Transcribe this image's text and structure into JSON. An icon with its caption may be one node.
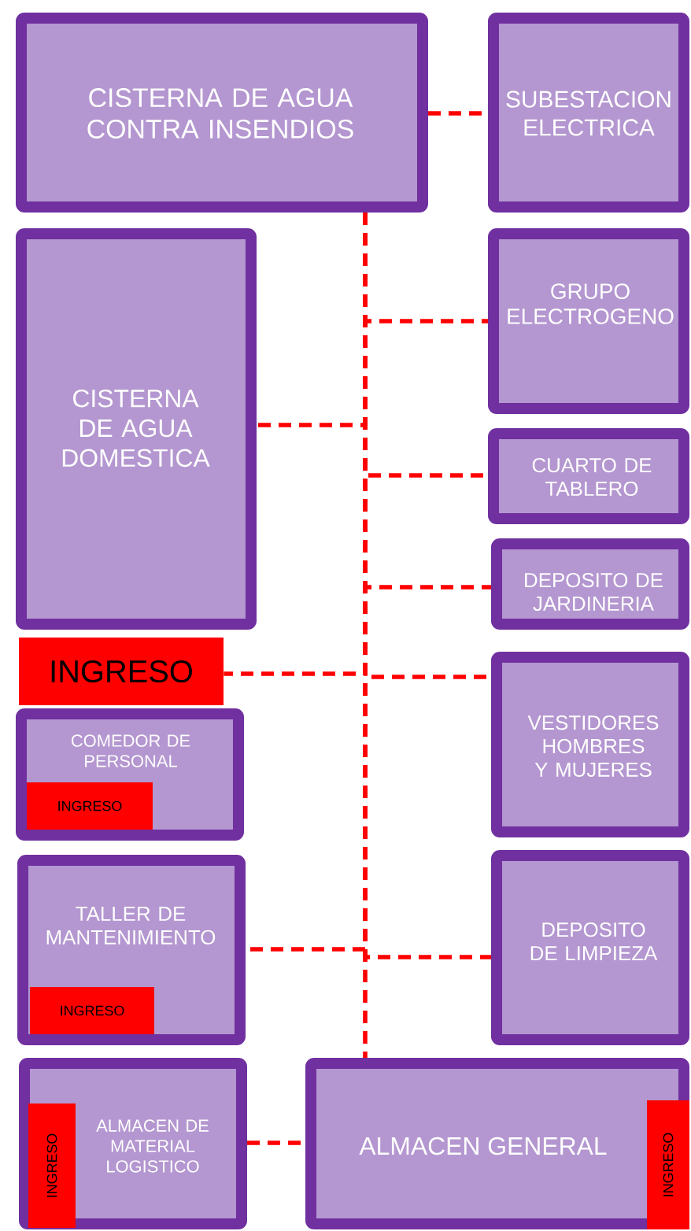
{
  "diagram": {
    "nodes": [
      {
        "text": [
          "CISTERNA DE AGUA CONTRA INSENDIOS"
        ]
      },
      {
        "text": [
          "SUBESTACION ELECTRICA"
        ]
      },
      {
        "text": [
          "CISTERNA DE AGUA DOMESTICA"
        ]
      },
      {
        "text": [
          "GRUPO ELECTROGENO"
        ]
      },
      {
        "text": [
          "CUARTO DE TABLERO"
        ]
      },
      {
        "text": [
          "DEPOSITO DE JARDINERIA"
        ]
      },
      {
        "text": [
          "INGRESO"
        ]
      },
      {
        "text": [
          "VESTIDORES HOMBRES Y MUJERES"
        ]
      },
      {
        "text": [
          "COMEDOR DE PERSONAL"
        ]
      },
      {
        "text": [
          "INGRESO"
        ],
        "in": 8
      },
      {
        "text": [
          "TALLER DE MANTENIMIENTO"
        ]
      },
      {
        "text": [
          "INGRESO"
        ],
        "in": 10
      },
      {
        "text": [
          "DEPOSITO DE LIMPIEZA"
        ]
      },
      {
        "text": [
          "ALMACEN DE MATERIAL LOGISTICO"
        ]
      },
      {
        "text": [
          "INGRESO"
        ],
        "in": 13
      },
      {
        "text": [
          "ALMACEN GENERAL"
        ]
      },
      {
        "text": [
          "INGRESO"
        ],
        "in": 15
      }
    ],
    "edges": [
      {
        "from": 0,
        "to": 1,
        "arrow": "none",
        "style": "dashed"
      },
      {
        "from": 0,
        "to": 3,
        "arrow": "none",
        "style": "dashed"
      },
      {
        "from": 0,
        "to": 2,
        "arrow": "none",
        "style": "dashed"
      },
      {
        "from": 0,
        "to": 4,
        "arrow": "none",
        "style": "dashed"
      },
      {
        "from": 0,
        "to": 5,
        "arrow": "none",
        "style": "dashed"
      },
      {
        "from": 0,
        "to": 6,
        "arrow": "none",
        "style": "dashed"
      },
      {
        "from": 0,
        "to": 7,
        "arrow": "none",
        "style": "dashed"
      },
      {
        "from": 0,
        "to": 10,
        "arrow": "none",
        "style": "dashed"
      },
      {
        "from": 0,
        "to": 12,
        "arrow": "none",
        "style": "dashed"
      },
      {
        "from": 0,
        "to": 15,
        "arrow": "none",
        "style": "dashed"
      },
      {
        "from": 13,
        "to": 15,
        "arrow": "none",
        "style": "dashed"
      }
    ]
  }
}
